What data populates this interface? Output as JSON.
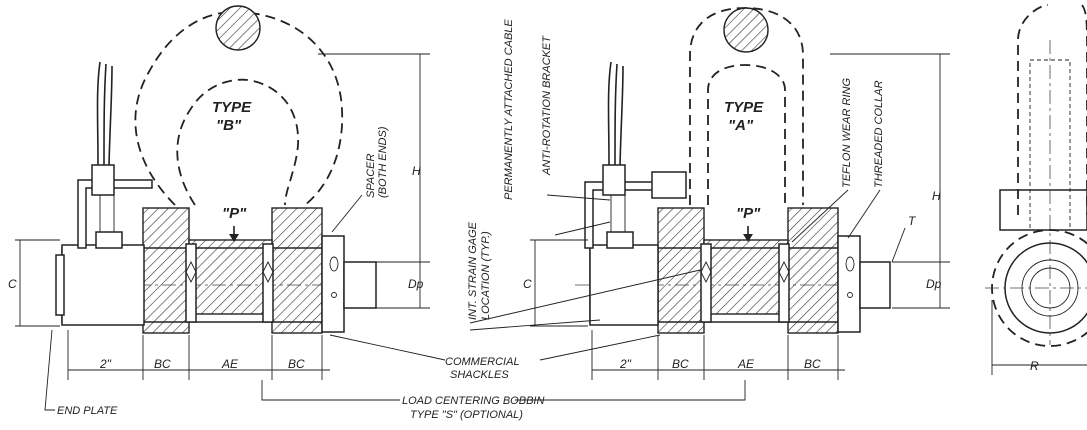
{
  "type_b": {
    "title": "TYPE",
    "sub": "\"B\""
  },
  "type_a": {
    "title": "TYPE",
    "sub": "\"A\""
  },
  "load_point": "\"P\"",
  "labels": {
    "end_plate": "END PLATE",
    "spacer_line1": "SPACER",
    "spacer_line2": "(BOTH ENDS)",
    "int_strain_line1": "INT. STRAIN GAGE",
    "int_strain_line2": "LOCATION (TYP.)",
    "permanent_cable": "PERMANENTLY ATTACHED CABLE",
    "anti_rotation": "ANTI-ROTATION BRACKET",
    "teflon_ring": "TEFLON WEAR RING",
    "threaded_collar": "THREADED COLLAR",
    "commercial_line1": "COMMERCIAL",
    "commercial_line2": "SHACKLES",
    "bobbin_line1": "LOAD CENTERING BOBBIN",
    "bobbin_line2": "TYPE \"S\" (OPTIONAL)"
  },
  "dimensions": {
    "c": "C",
    "h": "H",
    "dp": "Dp",
    "two_inch": "2\"",
    "bc": "BC",
    "ae": "AE",
    "t": "T",
    "r": "R"
  }
}
